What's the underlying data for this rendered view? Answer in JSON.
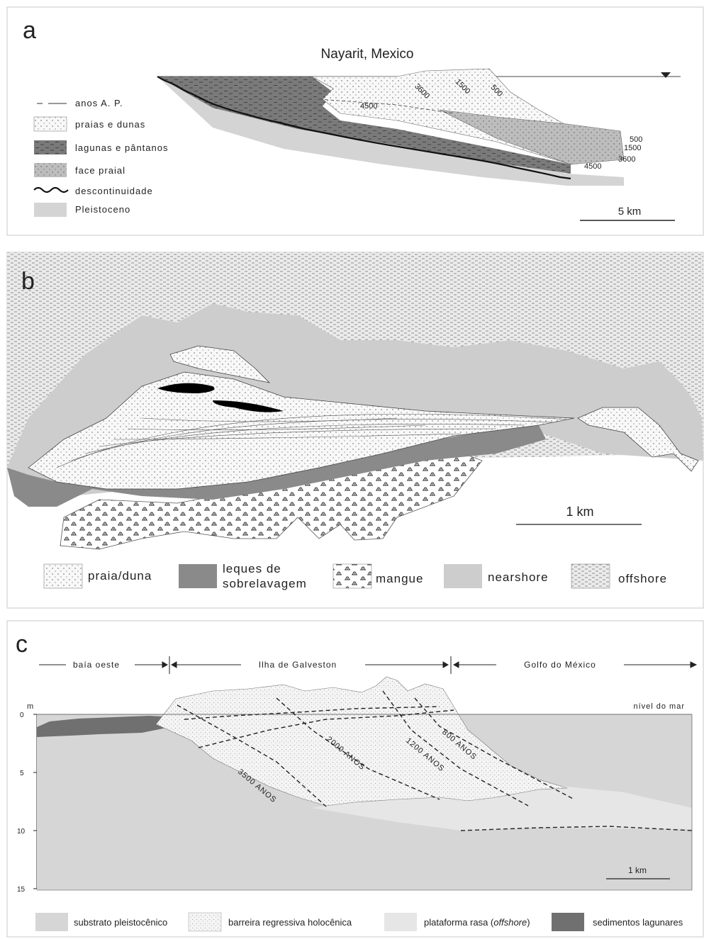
{
  "colors": {
    "pleistocene": "#d4d4d4",
    "lagoon": "#7a7a7a",
    "beach": "#f7f7f7",
    "shoreface": "#bdbdbd",
    "washover": "#8a8a8a",
    "nearshore": "#cdcdcd",
    "offshore": "#ebebeb",
    "mangue": "#ffffff",
    "substrate": "#d6d6d6",
    "barrier": "#f4f4f4",
    "shelf": "#e6e6e6",
    "lagoon_sediments": "#707070"
  },
  "panel_a": {
    "letter": "a",
    "title": "Nayarit, Mexico",
    "legend": [
      {
        "label": "anos A. P.",
        "swatch": "dash-line"
      },
      {
        "label": "praias e dunas",
        "swatch": "dotted"
      },
      {
        "label": "lagunas e pântanos",
        "swatch": "dark-dashed"
      },
      {
        "label": "face praial",
        "swatch": "grey-dotted"
      },
      {
        "label": "descontinuidade",
        "swatch": "wavy-line"
      },
      {
        "label": "Pleistoceno",
        "swatch": "light-grey"
      }
    ],
    "age_labels": [
      "4500",
      "3600",
      "1500",
      "500",
      "500",
      "1500",
      "3600",
      "4500"
    ],
    "scale": "5 km"
  },
  "panel_b": {
    "letter": "b",
    "scale": "1 km",
    "legend": [
      {
        "label": "praia/duna",
        "swatch": "dotted"
      },
      {
        "label": "leques de",
        "label2": "sobrelavagem",
        "swatch": "dark-grey"
      },
      {
        "label": "mangue",
        "swatch": "mangrove-symbols"
      },
      {
        "label": "nearshore",
        "swatch": "light-grey"
      },
      {
        "label": "offshore",
        "swatch": "dashed"
      }
    ]
  },
  "panel_c": {
    "letter": "c",
    "sections": [
      "baía oeste",
      "Ilha de Galveston",
      "Golfo do México"
    ],
    "y_unit": "m",
    "y_ticks": [
      "0",
      "5",
      "10",
      "15"
    ],
    "sea_level": "nível do mar",
    "age_labels": [
      "3500 ANOS",
      "2000 ANOS",
      "1200 ANOS",
      "800 ANOS"
    ],
    "scale": "1 km",
    "legend": [
      {
        "label": "substrato pleistocênico",
        "swatch": "grey"
      },
      {
        "label": "barreira regressiva holocênica",
        "swatch": "stippled"
      },
      {
        "label": "plataforma rasa (",
        "italic": "offshore",
        "label_end": ")",
        "swatch": "light-grey"
      },
      {
        "label": "sedimentos lagunares",
        "swatch": "dark-grey"
      }
    ]
  }
}
